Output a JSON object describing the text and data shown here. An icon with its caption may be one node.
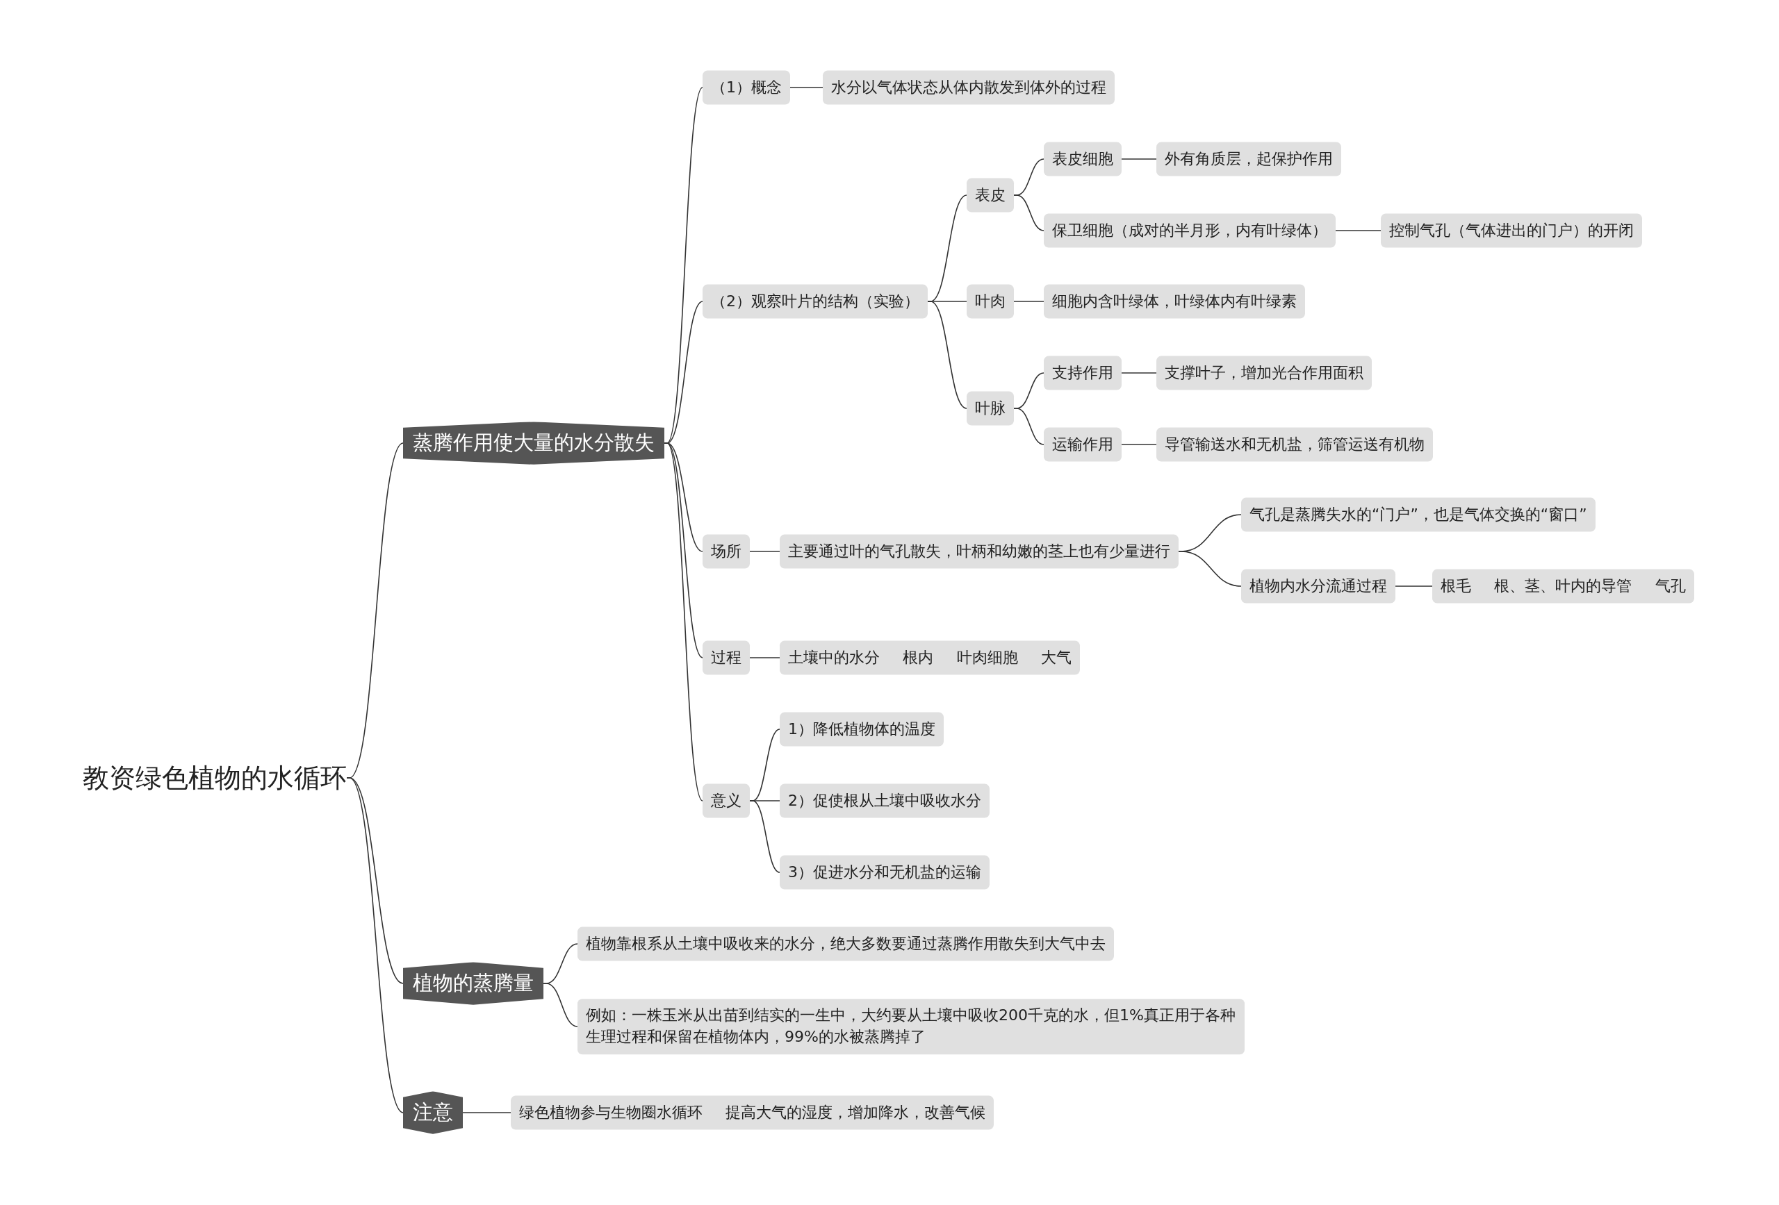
{
  "diagram": {
    "nodes": [
      {
        "text": [
          "教资绿色植物的水循环"
        ]
      },
      {
        "text": [
          "蒸腾作用使大量的水分散失"
        ]
      },
      {
        "text": [
          "（1）概念"
        ]
      },
      {
        "text": [
          "水分以气体状态从体内散发到体外的过程"
        ]
      },
      {
        "text": [
          "（2）观察叶片的结构（实验）"
        ]
      },
      {
        "text": [
          "表皮"
        ]
      },
      {
        "text": [
          "表皮细胞"
        ]
      },
      {
        "text": [
          "外有角质层，起保护作用"
        ]
      },
      {
        "text": [
          "保卫细胞（成对的半月形，内有叶绿体）"
        ]
      },
      {
        "text": [
          "控制气孔（气体进出的门户）的开闭"
        ]
      },
      {
        "text": [
          "叶肉"
        ]
      },
      {
        "text": [
          "细胞内含叶绿体，叶绿体内有叶绿素"
        ]
      },
      {
        "text": [
          "叶脉"
        ]
      },
      {
        "text": [
          "支持作用"
        ]
      },
      {
        "text": [
          "支撑叶子，增加光合作用面积"
        ]
      },
      {
        "text": [
          "运输作用"
        ]
      },
      {
        "text": [
          "导管输送水和无机盐，筛管运送有机物"
        ]
      },
      {
        "text": [
          "场所"
        ]
      },
      {
        "text": [
          "主要通过叶的气孔散失，叶柄和幼嫩的茎上也有少量进行"
        ]
      },
      {
        "text": [
          "气孔是蒸腾失水的“门户”，也是气体交换的“窗口”"
        ]
      },
      {
        "text": [
          "植物内水分流通过程"
        ]
      },
      {
        "text": [
          "根毛 根、茎、叶内的导管 气孔"
        ]
      },
      {
        "text": [
          "过程"
        ]
      },
      {
        "text": [
          "土壤中的水分 根内 叶肉细胞 大气"
        ]
      },
      {
        "text": [
          "意义"
        ]
      },
      {
        "text": [
          "1）降低植物体的温度"
        ]
      },
      {
        "text": [
          "2）促使根从土壤中吸收水分"
        ]
      },
      {
        "text": [
          "3）促进水分和无机盐的运输"
        ]
      },
      {
        "text": [
          "植物的蒸腾量"
        ]
      },
      {
        "text": [
          "植物靠根系从土壤中吸收来的水分，绝大多数要通过蒸腾作用散失到大气中去"
        ]
      },
      {
        "text": [
          "例如：一株玉米从出苗到结实的一生中，大约要从土壤中吸收200千克的水，但1%真正用于各种生理过程和保留在植物体内，99%的水被蒸腾掉了"
        ]
      },
      {
        "text": [
          "注意"
        ]
      },
      {
        "text": [
          "绿色植物参与生物圈水循环 提高大气的湿度，增加降水，改善气候"
        ]
      }
    ],
    "edges": [
      {
        "from": 0,
        "to": 1,
        "arrow": "none"
      },
      {
        "from": 1,
        "to": 2,
        "arrow": "none"
      },
      {
        "from": 2,
        "to": 3,
        "arrow": "none"
      },
      {
        "from": 1,
        "to": 4,
        "arrow": "none"
      },
      {
        "from": 4,
        "to": 5,
        "arrow": "none"
      },
      {
        "from": 5,
        "to": 6,
        "arrow": "none"
      },
      {
        "from": 6,
        "to": 7,
        "arrow": "none"
      },
      {
        "from": 5,
        "to": 8,
        "arrow": "none"
      },
      {
        "from": 8,
        "to": 9,
        "arrow": "none"
      },
      {
        "from": 4,
        "to": 10,
        "arrow": "none"
      },
      {
        "from": 10,
        "to": 11,
        "arrow": "none"
      },
      {
        "from": 4,
        "to": 12,
        "arrow": "none"
      },
      {
        "from": 12,
        "to": 13,
        "arrow": "none"
      },
      {
        "from": 13,
        "to": 14,
        "arrow": "none"
      },
      {
        "from": 12,
        "to": 15,
        "arrow": "none"
      },
      {
        "from": 15,
        "to": 16,
        "arrow": "none"
      },
      {
        "from": 1,
        "to": 17,
        "arrow": "none"
      },
      {
        "from": 17,
        "to": 18,
        "arrow": "none"
      },
      {
        "from": 18,
        "to": 19,
        "arrow": "none"
      },
      {
        "from": 18,
        "to": 20,
        "arrow": "none"
      },
      {
        "from": 20,
        "to": 21,
        "arrow": "none"
      },
      {
        "from": 1,
        "to": 22,
        "arrow": "none"
      },
      {
        "from": 22,
        "to": 23,
        "arrow": "none"
      },
      {
        "from": 1,
        "to": 24,
        "arrow": "none"
      },
      {
        "from": 24,
        "to": 25,
        "arrow": "none"
      },
      {
        "from": 24,
        "to": 26,
        "arrow": "none"
      },
      {
        "from": 24,
        "to": 27,
        "arrow": "none"
      },
      {
        "from": 0,
        "to": 28,
        "arrow": "none"
      },
      {
        "from": 28,
        "to": 29,
        "arrow": "none"
      },
      {
        "from": 28,
        "to": 30,
        "arrow": "none"
      },
      {
        "from": 0,
        "to": 31,
        "arrow": "none"
      },
      {
        "from": 31,
        "to": 32,
        "arrow": "none"
      }
    ]
  }
}
